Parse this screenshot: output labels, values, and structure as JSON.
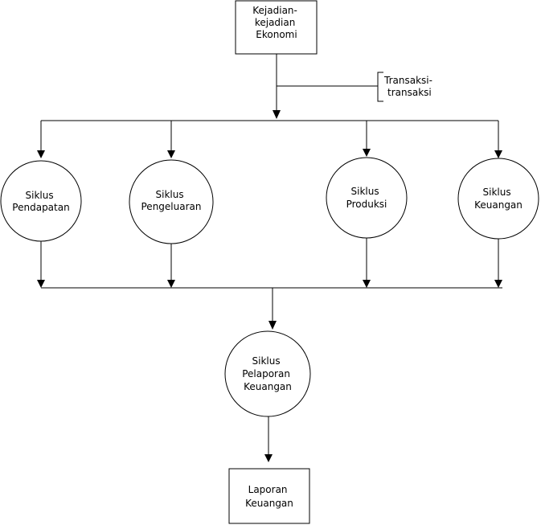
{
  "diagram": {
    "top_box": {
      "lines": [
        "Kejadian-",
        "kejadian",
        "Ekonomi"
      ]
    },
    "annotation": {
      "lines": [
        "Transaksi-",
        "transaksi"
      ]
    },
    "cycles": [
      {
        "lines": [
          "Siklus",
          "Pendapatan"
        ]
      },
      {
        "lines": [
          "Siklus",
          "Pengeluaran"
        ]
      },
      {
        "lines": [
          "Siklus",
          "Produksi"
        ]
      },
      {
        "lines": [
          "Siklus",
          "Keuangan"
        ]
      }
    ],
    "reporting_cycle": {
      "lines": [
        "Siklus",
        "Pelaporan",
        "Keuangan"
      ]
    },
    "bottom_box": {
      "lines": [
        "Laporan",
        "Keuangan"
      ]
    }
  }
}
